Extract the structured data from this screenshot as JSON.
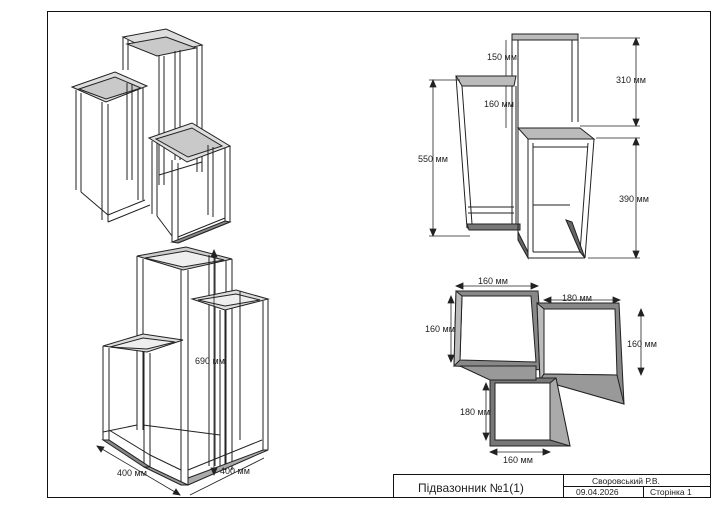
{
  "title_block": {
    "title": "Підвазонник №1(1)",
    "author": "Своровський Р.В.",
    "date": "09.04.2026",
    "page": "Сторінка 1"
  },
  "view_iso": {
    "height": "690 мм",
    "width_left": "400 мм",
    "width_right": "400 мм"
  },
  "view_side": {
    "top_step": "150 мм",
    "top_height": "310 мм",
    "mid_step": "160 мм",
    "left_height": "550 мм",
    "right_height": "390 мм"
  },
  "view_top": {
    "a_width": "160 мм",
    "a_depth": "160 мм",
    "b_width": "180 мм",
    "b_depth": "160 мм",
    "c_depth": "180 мм",
    "c_width": "160 мм"
  }
}
